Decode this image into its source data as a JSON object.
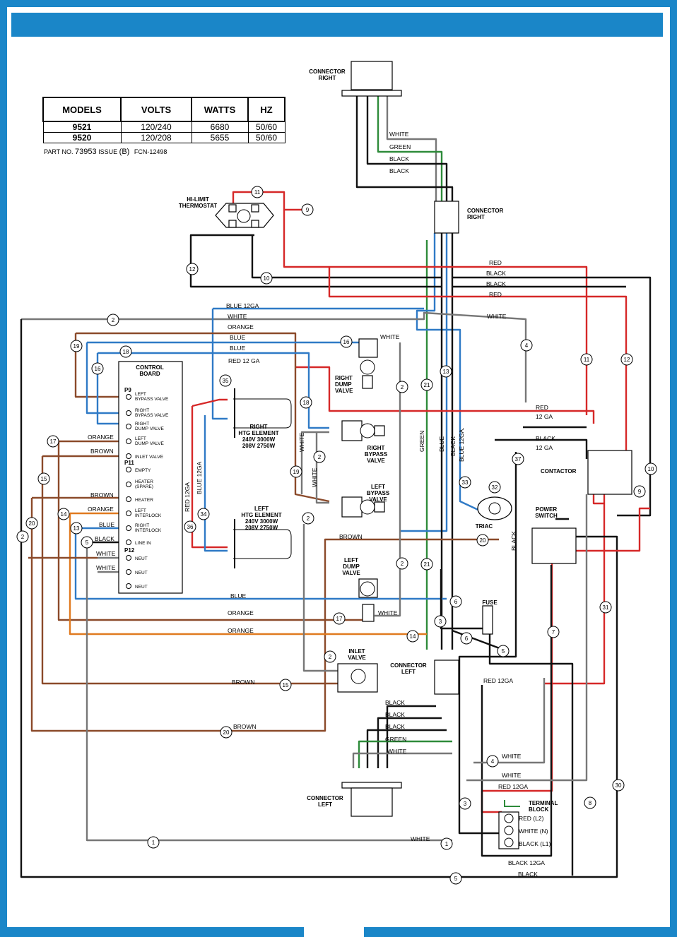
{
  "spec_table": {
    "headers": [
      "MODELS",
      "VOLTS",
      "WATTS",
      "HZ"
    ],
    "rows": [
      [
        "9521",
        "120/240",
        "6680",
        "50/60"
      ],
      [
        "9520",
        "120/208",
        "5655",
        "50/60"
      ]
    ]
  },
  "part_line": {
    "part_label": "PART NO.",
    "part_no": "73953",
    "issue_label": "ISSUE",
    "issue": "(B)",
    "fcn": "FCN-12498"
  },
  "components": {
    "connector_right_top": "CONNECTOR\nRIGHT",
    "connector_right_mid": "CONNECTOR\nRIGHT",
    "connector_left_mid": "CONNECTOR\nLEFT",
    "connector_left_bottom": "CONNECTOR\nLEFT",
    "hi_limit": "HI-LIMIT\nTHERMOSTAT",
    "control_board": "CONTROL\nBOARD",
    "right_dump_valve": "RIGHT\nDUMP\nVALVE",
    "right_bypass_valve": "RIGHT\nBYPASS\nVALVE",
    "left_bypass_valve": "LEFT\nBYPASS\nVALVE",
    "left_dump_valve": "LEFT\nDUMP\nVALVE",
    "inlet_valve": "INLET\nVALVE",
    "right_element": "RIGHT\nHTG ELEMENT\n240V 3000W\n208V 2750W",
    "left_element": "LEFT\nHTG ELEMENT\n240V 3000W\n208V 2750W",
    "contactor": "CONTACTOR",
    "power_switch": "POWER\nSWITCH",
    "triac": "TRIAC",
    "fuse": "FUSE",
    "terminal_block": "TERMINAL\nBLOCK"
  },
  "board_sections": [
    "P9",
    "P11",
    "P12"
  ],
  "board_pins": [
    "LEFT\nBYPASS VALVE",
    "RIGHT\nBYPASS VALVE",
    "RIGHT\nDUMP VALVE",
    "LEFT\nDUMP VALVE",
    "INLET VALVE",
    "EMPTY",
    "HEATER\n(SPARE)",
    "HEATER",
    "LEFT\nINTERLOCK",
    "RIGHT\nINTERLOCK",
    "LINE IN",
    "NEUT",
    "NEUT",
    "NEUT"
  ],
  "terminals": [
    "RED (L2)",
    "WHITE (N)",
    "BLACK (L1)"
  ],
  "wire_labels": {
    "white": "WHITE",
    "green": "GREEN",
    "black": "BLACK",
    "red": "RED",
    "blue": "BLUE",
    "orange": "ORANGE",
    "brown": "BROWN",
    "blue12": "BLUE 12GA",
    "red12": "RED 12 GA",
    "red12b": "RED 12GA",
    "black12": "BLACK 12GA",
    "blue12v": "BLUE 12GA.",
    "red12v": "RED 12GA",
    "blue12v2": "BLUE 12GA",
    "ga12": "12 GA"
  },
  "colors": {
    "red": "#d62828",
    "blue": "#2f7ac6",
    "green": "#2e8b3a",
    "orange": "#e07a1f",
    "brown": "#8b4a2a",
    "black": "#111111",
    "gray": "#777777",
    "frame": "#1a86c8"
  }
}
